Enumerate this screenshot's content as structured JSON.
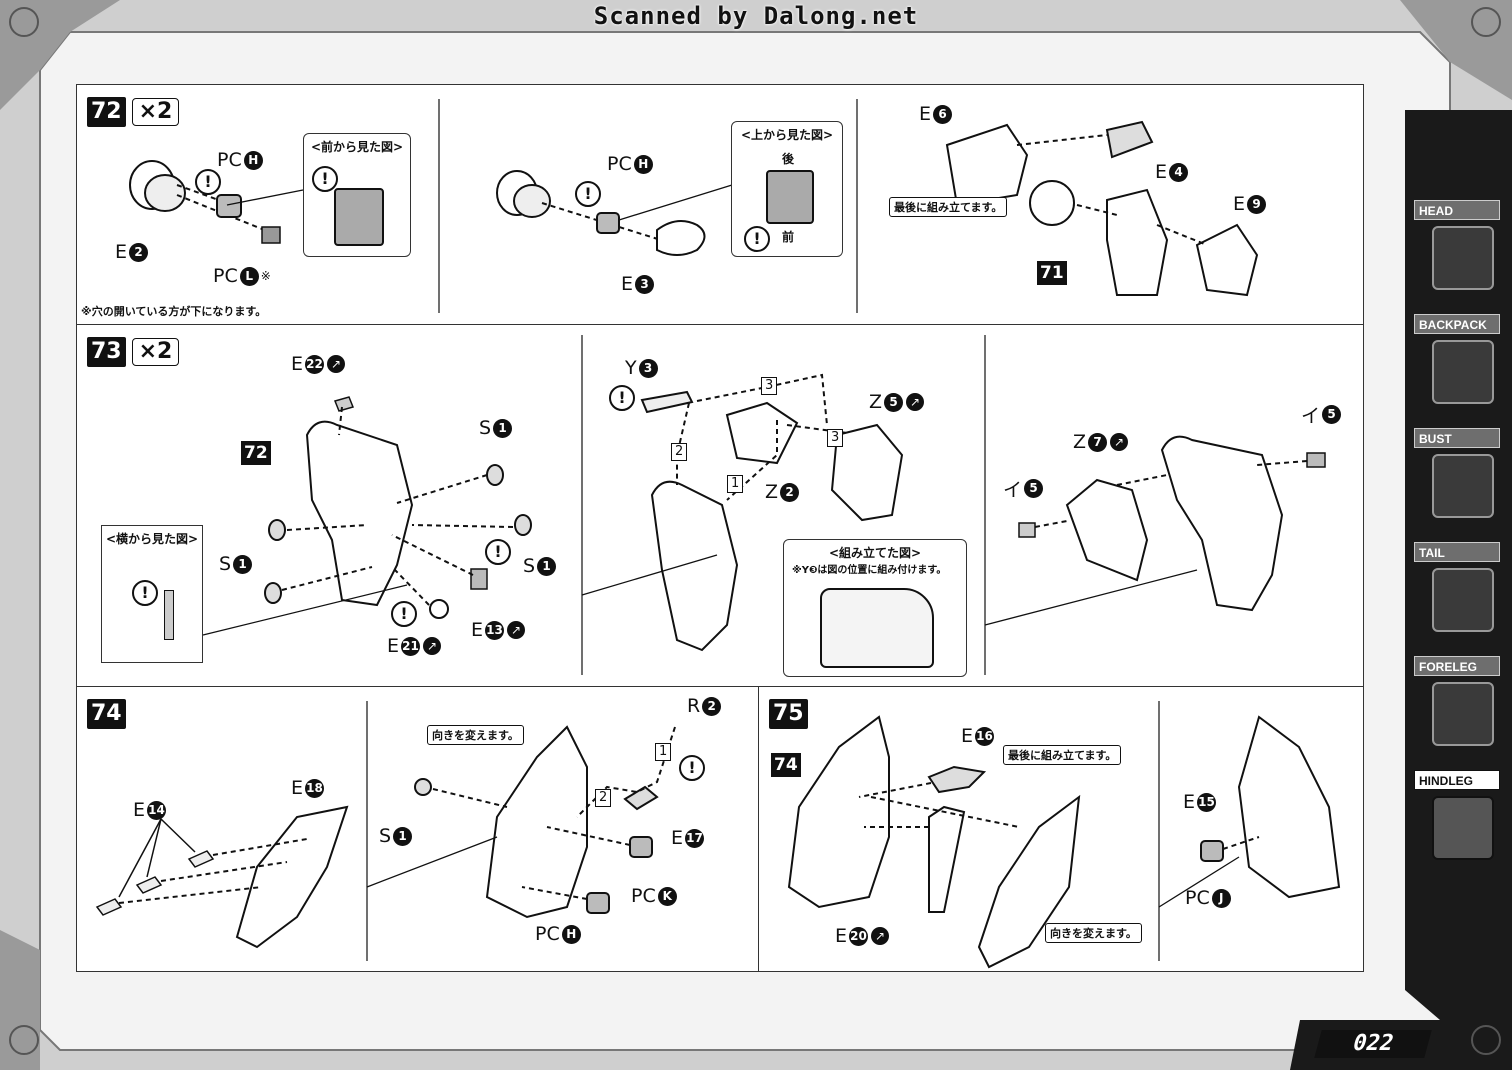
{
  "watermark": "Scanned by Dalong.net",
  "page_number": "022",
  "side_tabs": [
    {
      "label": "HEAD",
      "active": false
    },
    {
      "label": "BACKPACK",
      "active": false
    },
    {
      "label": "BUST",
      "active": false
    },
    {
      "label": "TAIL",
      "active": false
    },
    {
      "label": "FORELEG",
      "active": false
    },
    {
      "label": "HINDLEG",
      "active": true
    }
  ],
  "step72": {
    "number": "72",
    "multiplier": "×2",
    "part_pc_h": {
      "letter": "PC",
      "id": "H"
    },
    "part_e2": {
      "letter": "E",
      "id": "2"
    },
    "part_pc_l": {
      "letter": "PC",
      "id": "L",
      "suffix": "※"
    },
    "note": "※穴の開いている方が下になります。",
    "front_view_title": "<前から見た図>",
    "part_pc_h_b": {
      "letter": "PC",
      "id": "H"
    },
    "part_e3": {
      "letter": "E",
      "id": "3"
    },
    "top_view_title": "<上から見た図>",
    "top_view_back": "後",
    "top_view_front": "前",
    "part_e6": {
      "letter": "E",
      "id": "6"
    },
    "part_e4": {
      "letter": "E",
      "id": "4"
    },
    "part_e9": {
      "letter": "E",
      "id": "9"
    },
    "assemble_last": "最後に組み立てます。",
    "ref71": "71"
  },
  "step73": {
    "number": "73",
    "multiplier": "×2",
    "part_e22": {
      "letter": "E",
      "id": "22"
    },
    "ref72": "72",
    "part_s1_a": {
      "letter": "S",
      "id": "1"
    },
    "part_s1_b": {
      "letter": "S",
      "id": "1"
    },
    "part_s1_c": {
      "letter": "S",
      "id": "1"
    },
    "side_view_title": "<横から見た図>",
    "part_e21": {
      "letter": "E",
      "id": "21"
    },
    "part_e13": {
      "letter": "E",
      "id": "13"
    },
    "part_y3": {
      "letter": "Y",
      "id": "3"
    },
    "part_z2": {
      "letter": "Z",
      "id": "2"
    },
    "part_z5": {
      "letter": "Z",
      "id": "5"
    },
    "order": [
      "1",
      "2",
      "3",
      "3"
    ],
    "assembled_title": "<組み立てた図>",
    "assembled_note": "※Y❸は図の位置に組み付けます。",
    "part_i5_a": {
      "letter": "イ",
      "id": "5"
    },
    "part_i5_b": {
      "letter": "イ",
      "id": "5"
    },
    "part_z7": {
      "letter": "Z",
      "id": "7"
    }
  },
  "step74": {
    "number": "74",
    "part_e14": {
      "letter": "E",
      "id": "14"
    },
    "part_e18": {
      "letter": "E",
      "id": "18"
    },
    "change_dir": "向きを変えます。",
    "part_r2": {
      "letter": "R",
      "id": "2"
    },
    "part_s1": {
      "letter": "S",
      "id": "1"
    },
    "part_e17": {
      "letter": "E",
      "id": "17"
    },
    "part_pc_k": {
      "letter": "PC",
      "id": "K"
    },
    "part_pc_h": {
      "letter": "PC",
      "id": "H"
    },
    "order": [
      "1",
      "2"
    ]
  },
  "step75": {
    "number": "75",
    "ref74": "74",
    "part_e16": {
      "letter": "E",
      "id": "16"
    },
    "assemble_last": "最後に組み立てます。",
    "part_e20": {
      "letter": "E",
      "id": "20"
    },
    "change_dir": "向きを変えます。",
    "part_e15": {
      "letter": "E",
      "id": "15"
    },
    "part_pc_j": {
      "letter": "PC",
      "id": "J"
    }
  },
  "colors": {
    "ink": "#111111",
    "frame": "#b9b9b9",
    "tab_dark": "#3a3a3a"
  }
}
